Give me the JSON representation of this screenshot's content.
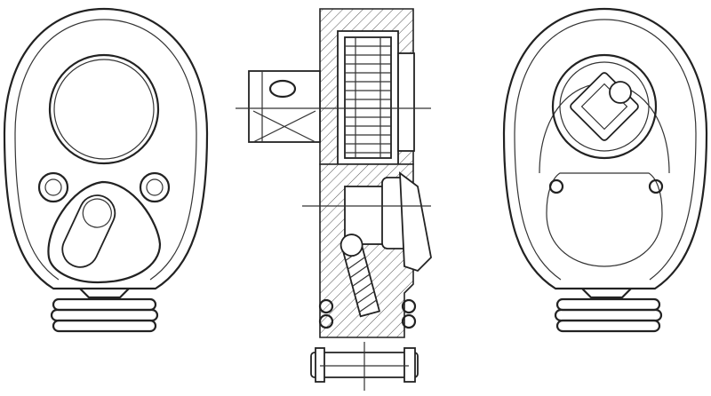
{
  "drawing": {
    "views": [
      "front-view",
      "section-view",
      "rear-view"
    ],
    "colors": {
      "line": "#222222",
      "background": "#ffffff"
    }
  }
}
